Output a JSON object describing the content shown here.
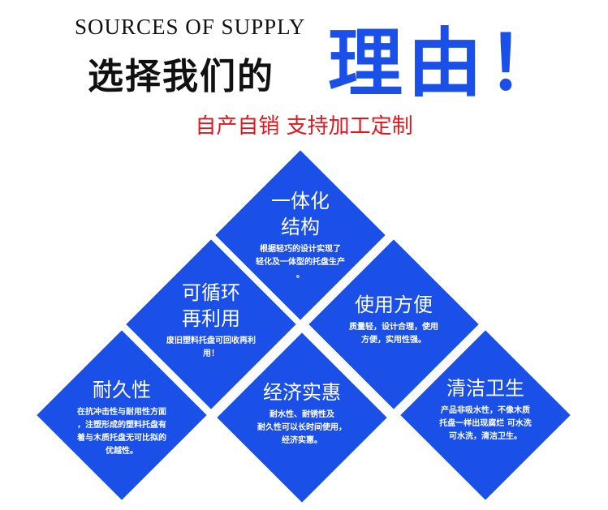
{
  "header": {
    "subtitle": "SOURCES OF SUPPLY",
    "title": "选择我们的",
    "highlight": "理由！",
    "slogan": "自产自销   支持加工定制"
  },
  "colors": {
    "blue": "#1a4fe8",
    "red": "#e0161e"
  },
  "cards": [
    {
      "title": "一体化\n结构",
      "desc": "根据轻巧的设计实现了\n轻化及一体型的托盘生产\n。"
    },
    {
      "title": "可循环\n再利用",
      "desc": "废旧塑料托盘可回收再利\n用！"
    },
    {
      "title": "使用方便",
      "desc": "质量轻，设计合理，使用\n方便，实用性强。"
    },
    {
      "title": "耐久性",
      "desc": "在抗冲击性与耐用性方面\n，注塑形成的塑料托盘有\n着与木质托盘无可比拟的\n优越性。"
    },
    {
      "title": "经济实惠",
      "desc": "耐水性、耐锈性及\n耐久性可以长时间使用，\n经济实惠。"
    },
    {
      "title": "清洁卫生",
      "desc": "产品非吸水性，不像木质\n托盘一样出现腐烂 可水洗\n可水洗，清洁卫生。"
    }
  ]
}
